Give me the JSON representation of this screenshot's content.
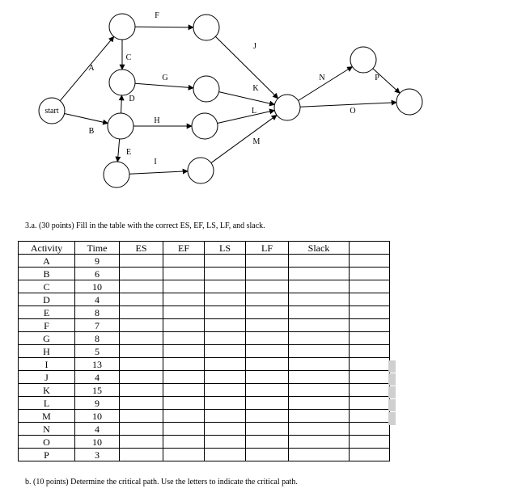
{
  "diagram": {
    "nodes": [
      {
        "id": "start",
        "label": "start"
      },
      {
        "id": "n1",
        "label": ""
      },
      {
        "id": "n2",
        "label": ""
      },
      {
        "id": "n3",
        "label": ""
      },
      {
        "id": "n4",
        "label": ""
      },
      {
        "id": "n5",
        "label": ""
      },
      {
        "id": "n6",
        "label": ""
      },
      {
        "id": "n7",
        "label": ""
      },
      {
        "id": "n8",
        "label": ""
      },
      {
        "id": "n9",
        "label": ""
      },
      {
        "id": "n10",
        "label": ""
      },
      {
        "id": "n11",
        "label": ""
      }
    ],
    "edges": [
      {
        "label": "A",
        "from": "start",
        "to": "n1"
      },
      {
        "label": "B",
        "from": "start",
        "to": "n3"
      },
      {
        "label": "C",
        "from": "n1",
        "to": "n2"
      },
      {
        "label": "D",
        "from": "n3",
        "to": "n2"
      },
      {
        "label": "E",
        "from": "n3",
        "to": "n4"
      },
      {
        "label": "F",
        "from": "n1",
        "to": "n5"
      },
      {
        "label": "G",
        "from": "n2",
        "to": "n6"
      },
      {
        "label": "H",
        "from": "n3",
        "to": "n7"
      },
      {
        "label": "I",
        "from": "n4",
        "to": "n8"
      },
      {
        "label": "J",
        "from": "n5",
        "to": "n9"
      },
      {
        "label": "K",
        "from": "n6",
        "to": "n9"
      },
      {
        "label": "L",
        "from": "n7",
        "to": "n9"
      },
      {
        "label": "M",
        "from": "n8",
        "to": "n9"
      },
      {
        "label": "N",
        "from": "n9",
        "to": "n10"
      },
      {
        "label": "O",
        "from": "n9",
        "to": "n11"
      },
      {
        "label": "P",
        "from": "n10",
        "to": "n11"
      }
    ]
  },
  "question_a": "3.a.  (30 points) Fill in the table with the correct ES, EF, LS, LF, and slack.",
  "question_b": "b.    (10 points)  Determine the critical path.  Use the letters to indicate the critical path.",
  "table": {
    "headers": [
      "Activity",
      "Time",
      "ES",
      "EF",
      "LS",
      "LF",
      "Slack",
      ""
    ],
    "rows": [
      [
        "A",
        "9"
      ],
      [
        "B",
        "6"
      ],
      [
        "C",
        "10"
      ],
      [
        "D",
        "4"
      ],
      [
        "E",
        "8"
      ],
      [
        "F",
        "7"
      ],
      [
        "G",
        "8"
      ],
      [
        "H",
        "5"
      ],
      [
        "I",
        "13"
      ],
      [
        "J",
        "4"
      ],
      [
        "K",
        "15"
      ],
      [
        "L",
        "9"
      ],
      [
        "M",
        "10"
      ],
      [
        "N",
        "4"
      ],
      [
        "O",
        "10"
      ],
      [
        "P",
        "3"
      ]
    ]
  }
}
